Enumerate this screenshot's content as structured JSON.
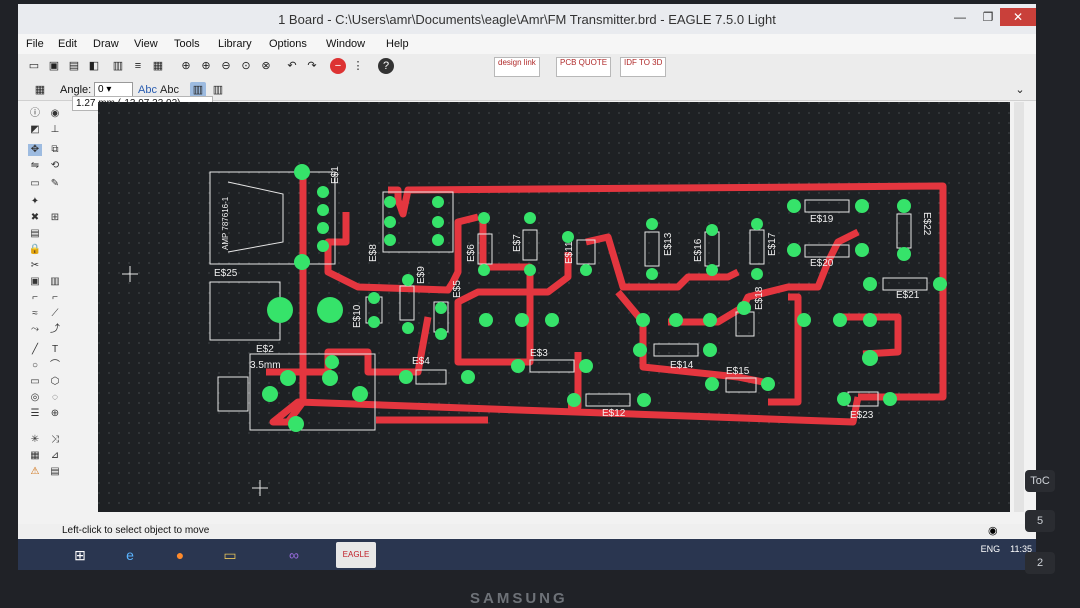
{
  "window": {
    "title": "1 Board - C:\\Users\\amr\\Documents\\eagle\\Amr\\FM Transmitter.brd - EAGLE 7.5.0 Light",
    "minimize": "—",
    "maximize": "❐",
    "close": "✕"
  },
  "menu": [
    "File",
    "Edit",
    "Draw",
    "View",
    "Tools",
    "Library",
    "Options",
    "Window",
    "Help"
  ],
  "toolbar": {
    "ext_buttons": [
      "design link",
      "PCB QUOTE",
      "IDF TO 3D"
    ],
    "help": "?"
  },
  "params": {
    "angle_label": "Angle:",
    "angle_value": "0"
  },
  "coord_readout": "1.27 mm (-13.97 33.02)",
  "board": {
    "components": [
      "E$1",
      "E$25",
      "E$2",
      "E$8",
      "E$6",
      "E$7",
      "E$11",
      "E$13",
      "E$16",
      "E$17",
      "E$19",
      "E$22",
      "E$20",
      "E$21",
      "E$10",
      "E$4",
      "E$9",
      "E$5",
      "E$18",
      "E$3",
      "E$14",
      "E$15",
      "E$12",
      "E$23"
    ],
    "connector_label": "AMP 787616-1",
    "jack_label": "3.5mm"
  },
  "status": "Left-click to select object to move",
  "taskbar": {
    "app_label": "EAGLE",
    "tray_lang": "ENG",
    "clock": "11:35"
  },
  "monitor": {
    "brand": "SAMSUNG",
    "side_label_top": "ToC",
    "side_label_mid": "5",
    "side_label_bot": "2"
  },
  "colors": {
    "board_bg": "#1e2124",
    "trace": "#e4363f",
    "pad": "#36e36a",
    "silk": "#e6e6e6"
  }
}
